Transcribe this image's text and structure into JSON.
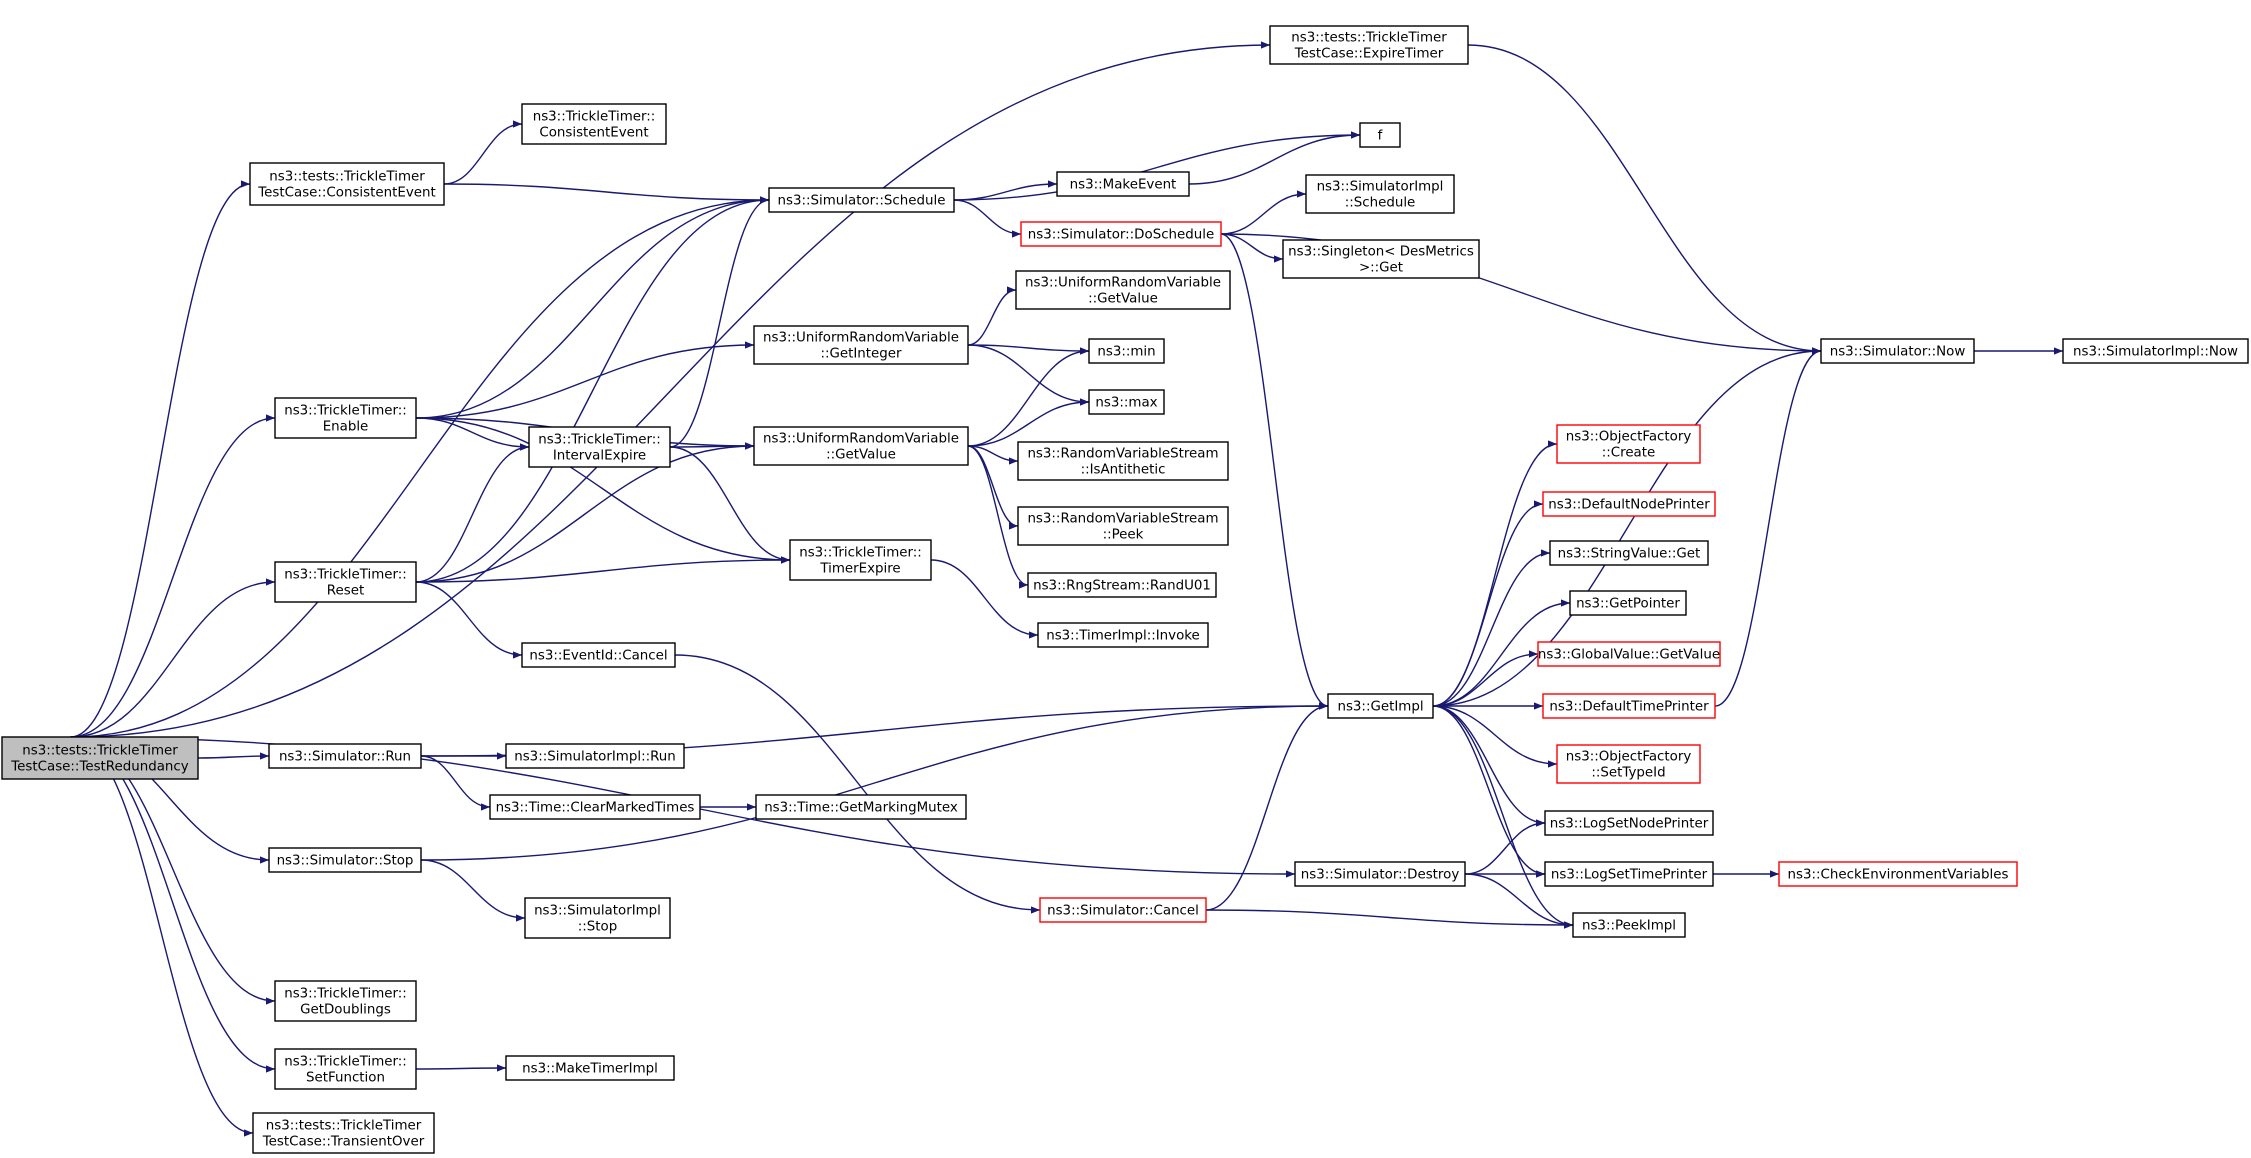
{
  "graph": {
    "edge_color": "#191970",
    "root_fill": "#bfbfbf",
    "truncated_border_color": "#ff0000",
    "root": "n_test_redundancy",
    "nodes": [
      {
        "id": "n_test_redundancy",
        "lines": [
          "ns3::tests::TrickleTimer",
          "TestCase::TestRedundancy"
        ],
        "style": "root"
      },
      {
        "id": "n_expire_timer",
        "lines": [
          "ns3::tests::TrickleTimer",
          "TestCase::ExpireTimer"
        ],
        "style": "normal"
      },
      {
        "id": "n_tc_consistent_event",
        "lines": [
          "ns3::tests::TrickleTimer",
          "TestCase::ConsistentEvent"
        ],
        "style": "normal"
      },
      {
        "id": "n_tt_consistent_event",
        "lines": [
          "ns3::TrickleTimer::",
          "ConsistentEvent"
        ],
        "style": "normal"
      },
      {
        "id": "n_sim_schedule",
        "lines": [
          "ns3::Simulator::Schedule"
        ],
        "style": "normal"
      },
      {
        "id": "n_f",
        "lines": [
          "f"
        ],
        "style": "normal"
      },
      {
        "id": "n_make_event",
        "lines": [
          "ns3::MakeEvent"
        ],
        "style": "normal"
      },
      {
        "id": "n_simimpl_schedule",
        "lines": [
          "ns3::SimulatorImpl",
          "::Schedule"
        ],
        "style": "normal"
      },
      {
        "id": "n_do_schedule",
        "lines": [
          "ns3::Simulator::DoSchedule"
        ],
        "style": "truncated"
      },
      {
        "id": "n_singleton_get",
        "lines": [
          "ns3::Singleton< DesMetrics",
          ">::Get"
        ],
        "style": "normal"
      },
      {
        "id": "n_urv_getvalue_top",
        "lines": [
          "ns3::UniformRandomVariable",
          "::GetValue"
        ],
        "style": "normal"
      },
      {
        "id": "n_urv_getinteger",
        "lines": [
          "ns3::UniformRandomVariable",
          "::GetInteger"
        ],
        "style": "normal"
      },
      {
        "id": "n_min",
        "lines": [
          "ns3::min"
        ],
        "style": "normal"
      },
      {
        "id": "n_max",
        "lines": [
          "ns3::max"
        ],
        "style": "normal"
      },
      {
        "id": "n_sim_now",
        "lines": [
          "ns3::Simulator::Now"
        ],
        "style": "normal"
      },
      {
        "id": "n_simimpl_now",
        "lines": [
          "ns3::SimulatorImpl::Now"
        ],
        "style": "normal"
      },
      {
        "id": "n_tt_enable",
        "lines": [
          "ns3::TrickleTimer::",
          "Enable"
        ],
        "style": "normal"
      },
      {
        "id": "n_tt_interval_expire",
        "lines": [
          "ns3::TrickleTimer::",
          "IntervalExpire"
        ],
        "style": "normal"
      },
      {
        "id": "n_urv_getvalue",
        "lines": [
          "ns3::UniformRandomVariable",
          "::GetValue"
        ],
        "style": "normal"
      },
      {
        "id": "n_rvs_isantithetic",
        "lines": [
          "ns3::RandomVariableStream",
          "::IsAntithetic"
        ],
        "style": "normal"
      },
      {
        "id": "n_rvs_peek",
        "lines": [
          "ns3::RandomVariableStream",
          "::Peek"
        ],
        "style": "normal"
      },
      {
        "id": "n_rng_randu01",
        "lines": [
          "ns3::RngStream::RandU01"
        ],
        "style": "normal"
      },
      {
        "id": "n_tt_reset",
        "lines": [
          "ns3::TrickleTimer::",
          "Reset"
        ],
        "style": "normal"
      },
      {
        "id": "n_tt_timer_expire",
        "lines": [
          "ns3::TrickleTimer::",
          "TimerExpire"
        ],
        "style": "normal"
      },
      {
        "id": "n_timerimpl_invoke",
        "lines": [
          "ns3::TimerImpl::Invoke"
        ],
        "style": "normal"
      },
      {
        "id": "n_eventid_cancel",
        "lines": [
          "ns3::EventId::Cancel"
        ],
        "style": "normal"
      },
      {
        "id": "n_of_create",
        "lines": [
          "ns3::ObjectFactory",
          "::Create"
        ],
        "style": "truncated"
      },
      {
        "id": "n_default_node_printer",
        "lines": [
          "ns3::DefaultNodePrinter"
        ],
        "style": "truncated"
      },
      {
        "id": "n_stringvalue_get",
        "lines": [
          "ns3::StringValue::Get"
        ],
        "style": "normal"
      },
      {
        "id": "n_getpointer",
        "lines": [
          "ns3::GetPointer"
        ],
        "style": "normal"
      },
      {
        "id": "n_globalvalue_getvalue",
        "lines": [
          "ns3::GlobalValue::GetValue"
        ],
        "style": "truncated"
      },
      {
        "id": "n_getimpl",
        "lines": [
          "ns3::GetImpl"
        ],
        "style": "normal"
      },
      {
        "id": "n_default_time_printer",
        "lines": [
          "ns3::DefaultTimePrinter"
        ],
        "style": "truncated"
      },
      {
        "id": "n_of_settypeid",
        "lines": [
          "ns3::ObjectFactory",
          "::SetTypeId"
        ],
        "style": "truncated"
      },
      {
        "id": "n_sim_run",
        "lines": [
          "ns3::Simulator::Run"
        ],
        "style": "normal"
      },
      {
        "id": "n_simimpl_run",
        "lines": [
          "ns3::SimulatorImpl::Run"
        ],
        "style": "normal"
      },
      {
        "id": "n_time_clear",
        "lines": [
          "ns3::Time::ClearMarkedTimes"
        ],
        "style": "normal"
      },
      {
        "id": "n_time_mutex",
        "lines": [
          "ns3::Time::GetMarkingMutex"
        ],
        "style": "normal"
      },
      {
        "id": "n_log_node_printer",
        "lines": [
          "ns3::LogSetNodePrinter"
        ],
        "style": "normal"
      },
      {
        "id": "n_sim_stop",
        "lines": [
          "ns3::Simulator::Stop"
        ],
        "style": "normal"
      },
      {
        "id": "n_sim_destroy",
        "lines": [
          "ns3::Simulator::Destroy"
        ],
        "style": "normal"
      },
      {
        "id": "n_log_time_printer",
        "lines": [
          "ns3::LogSetTimePrinter"
        ],
        "style": "normal"
      },
      {
        "id": "n_check_env",
        "lines": [
          "ns3::CheckEnvironmentVariables"
        ],
        "style": "truncated"
      },
      {
        "id": "n_sim_cancel",
        "lines": [
          "ns3::Simulator::Cancel"
        ],
        "style": "truncated"
      },
      {
        "id": "n_peekimpl",
        "lines": [
          "ns3::PeekImpl"
        ],
        "style": "normal"
      },
      {
        "id": "n_simimpl_stop",
        "lines": [
          "ns3::SimulatorImpl",
          "::Stop"
        ],
        "style": "normal"
      },
      {
        "id": "n_tt_getdoublings",
        "lines": [
          "ns3::TrickleTimer::",
          "GetDoublings"
        ],
        "style": "normal"
      },
      {
        "id": "n_tt_setfunction",
        "lines": [
          "ns3::TrickleTimer::",
          "SetFunction"
        ],
        "style": "normal"
      },
      {
        "id": "n_make_timer_impl",
        "lines": [
          "ns3::MakeTimerImpl"
        ],
        "style": "normal"
      },
      {
        "id": "n_transient_over",
        "lines": [
          "ns3::tests::TrickleTimer",
          "TestCase::TransientOver"
        ],
        "style": "normal"
      }
    ],
    "edges": [
      [
        "n_test_redundancy",
        "n_expire_timer"
      ],
      [
        "n_test_redundancy",
        "n_sim_schedule"
      ],
      [
        "n_test_redundancy",
        "n_tc_consistent_event"
      ],
      [
        "n_test_redundancy",
        "n_tt_enable"
      ],
      [
        "n_test_redundancy",
        "n_tt_reset"
      ],
      [
        "n_test_redundancy",
        "n_sim_run"
      ],
      [
        "n_test_redundancy",
        "n_sim_stop"
      ],
      [
        "n_test_redundancy",
        "n_sim_destroy"
      ],
      [
        "n_test_redundancy",
        "n_tt_getdoublings"
      ],
      [
        "n_test_redundancy",
        "n_tt_setfunction"
      ],
      [
        "n_test_redundancy",
        "n_transient_over"
      ],
      [
        "n_expire_timer",
        "n_sim_now"
      ],
      [
        "n_tc_consistent_event",
        "n_tt_consistent_event"
      ],
      [
        "n_tc_consistent_event",
        "n_sim_schedule"
      ],
      [
        "n_sim_schedule",
        "n_f"
      ],
      [
        "n_sim_schedule",
        "n_make_event"
      ],
      [
        "n_sim_schedule",
        "n_do_schedule"
      ],
      [
        "n_make_event",
        "n_f"
      ],
      [
        "n_do_schedule",
        "n_simimpl_schedule"
      ],
      [
        "n_do_schedule",
        "n_singleton_get"
      ],
      [
        "n_do_schedule",
        "n_sim_now"
      ],
      [
        "n_do_schedule",
        "n_getimpl"
      ],
      [
        "n_tt_enable",
        "n_sim_schedule"
      ],
      [
        "n_tt_enable",
        "n_urv_getinteger"
      ],
      [
        "n_tt_enable",
        "n_urv_getvalue"
      ],
      [
        "n_tt_enable",
        "n_tt_interval_expire"
      ],
      [
        "n_tt_enable",
        "n_tt_timer_expire"
      ],
      [
        "n_urv_getinteger",
        "n_urv_getvalue_top"
      ],
      [
        "n_urv_getinteger",
        "n_min"
      ],
      [
        "n_urv_getinteger",
        "n_max"
      ],
      [
        "n_tt_interval_expire",
        "n_sim_schedule"
      ],
      [
        "n_tt_interval_expire",
        "n_urv_getvalue"
      ],
      [
        "n_tt_interval_expire",
        "n_tt_timer_expire"
      ],
      [
        "n_urv_getvalue",
        "n_min"
      ],
      [
        "n_urv_getvalue",
        "n_max"
      ],
      [
        "n_urv_getvalue",
        "n_rvs_isantithetic"
      ],
      [
        "n_urv_getvalue",
        "n_rvs_peek"
      ],
      [
        "n_urv_getvalue",
        "n_rng_randu01"
      ],
      [
        "n_tt_reset",
        "n_sim_schedule"
      ],
      [
        "n_tt_reset",
        "n_tt_interval_expire"
      ],
      [
        "n_tt_reset",
        "n_urv_getvalue"
      ],
      [
        "n_tt_reset",
        "n_tt_timer_expire"
      ],
      [
        "n_tt_reset",
        "n_eventid_cancel"
      ],
      [
        "n_tt_timer_expire",
        "n_timerimpl_invoke"
      ],
      [
        "n_eventid_cancel",
        "n_sim_cancel"
      ],
      [
        "n_sim_now",
        "n_simimpl_now"
      ],
      [
        "n_getimpl",
        "n_sim_now"
      ],
      [
        "n_getimpl",
        "n_of_create"
      ],
      [
        "n_getimpl",
        "n_default_node_printer"
      ],
      [
        "n_getimpl",
        "n_stringvalue_get"
      ],
      [
        "n_getimpl",
        "n_getpointer"
      ],
      [
        "n_getimpl",
        "n_globalvalue_getvalue"
      ],
      [
        "n_getimpl",
        "n_default_time_printer"
      ],
      [
        "n_getimpl",
        "n_of_settypeid"
      ],
      [
        "n_getimpl",
        "n_log_node_printer"
      ],
      [
        "n_getimpl",
        "n_log_time_printer"
      ],
      [
        "n_getimpl",
        "n_peekimpl"
      ],
      [
        "n_default_time_printer",
        "n_sim_now"
      ],
      [
        "n_sim_run",
        "n_getimpl"
      ],
      [
        "n_sim_run",
        "n_simimpl_run"
      ],
      [
        "n_sim_run",
        "n_time_clear"
      ],
      [
        "n_time_clear",
        "n_time_mutex"
      ],
      [
        "n_sim_stop",
        "n_getimpl"
      ],
      [
        "n_sim_stop",
        "n_simimpl_stop"
      ],
      [
        "n_sim_destroy",
        "n_log_node_printer"
      ],
      [
        "n_sim_destroy",
        "n_log_time_printer"
      ],
      [
        "n_sim_destroy",
        "n_peekimpl"
      ],
      [
        "n_log_time_printer",
        "n_check_env"
      ],
      [
        "n_sim_cancel",
        "n_getimpl"
      ],
      [
        "n_sim_cancel",
        "n_peekimpl"
      ],
      [
        "n_tt_setfunction",
        "n_make_timer_impl"
      ]
    ]
  }
}
